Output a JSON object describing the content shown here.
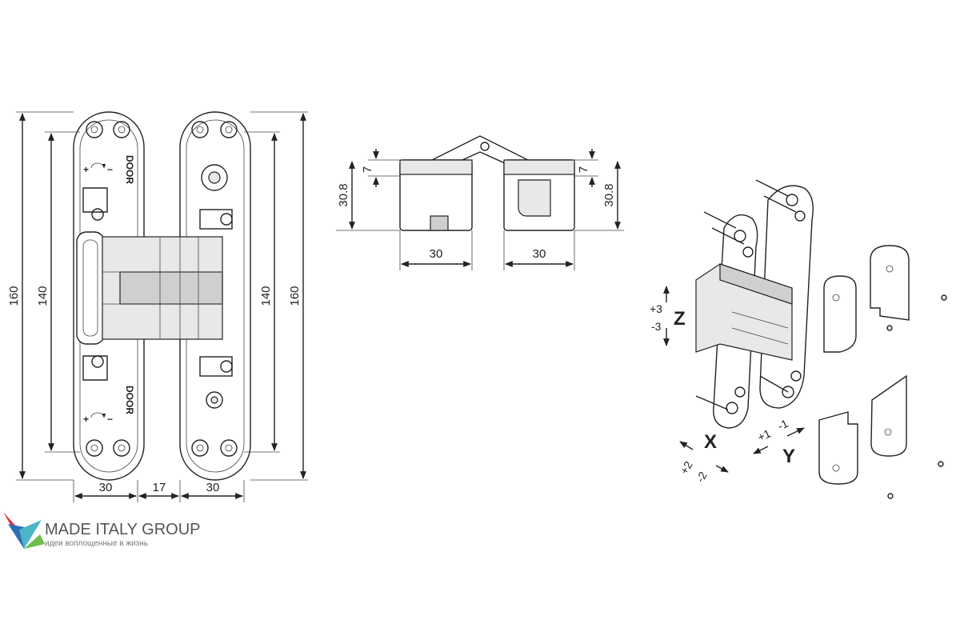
{
  "front_view": {
    "dim_total_height_left": "160",
    "dim_plate_height_left": "140",
    "dim_total_height_right": "160",
    "dim_plate_height_right": "140",
    "dim_left_width": "30",
    "dim_gap": "17",
    "dim_right_width": "30",
    "door_label_top": "DOOR",
    "door_label_bottom": "DOOR",
    "plus_sign": "+",
    "minus_sign": "−"
  },
  "top_view": {
    "dim_offset_left": "7",
    "dim_depth_left": "30.8",
    "dim_width_left": "30",
    "dim_offset_right": "7",
    "dim_depth_right": "30.8",
    "dim_width_right": "30"
  },
  "adjustments": {
    "z_axis": "Z",
    "z_plus": "+3",
    "z_minus": "-3",
    "x_axis": "X",
    "x_plus": "+2",
    "x_minus": "-2",
    "y_axis": "Y",
    "y_plus": "+1",
    "y_minus": "-1"
  },
  "brand": {
    "name": "MADE ITALY GROUP",
    "tagline": "идеи воплощенные в жизнь",
    "colors": {
      "red": "#e2343f",
      "blue": "#2f6db5",
      "teal": "#4ab6c8",
      "green": "#6cbf4a"
    }
  }
}
